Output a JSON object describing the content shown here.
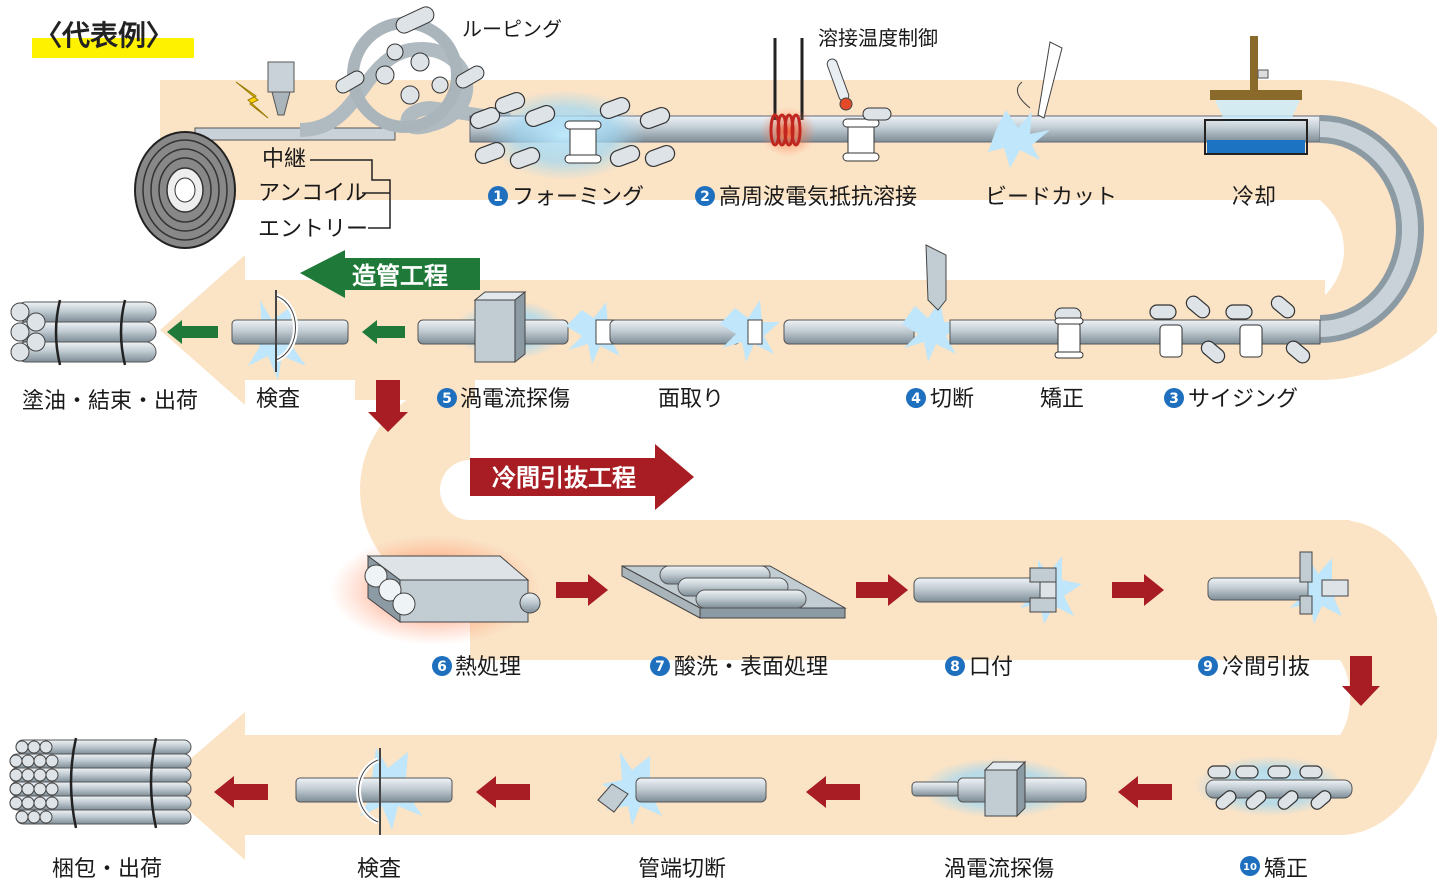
{
  "title": "〈代表例〉",
  "colors": {
    "path_fill": "#fbe3c6",
    "pipe": "#b7c3cc",
    "pipe_dark": "#6d7c86",
    "glow": "#9fd7f3",
    "green_arrow": "#1f7a3a",
    "red_arrow": "#a71d23",
    "number_badge": "#1f6fbf",
    "highlight": "#fff200"
  },
  "banners": {
    "pipe_making": "造管工程",
    "cold_drawing": "冷間引抜工程"
  },
  "labels": {
    "looping": "ルーピング",
    "weld_temp_control": "溶接温度制御",
    "relay": "中継",
    "uncoil": "アンコイル",
    "entry": "エントリー",
    "bead_cut": "ビードカット",
    "cooling": "冷却",
    "straightening_mid": "矯正",
    "chamfer": "面取り",
    "inspection_top": "検査",
    "oil_bundle_ship": "塗油・結束・出荷",
    "pack_ship": "梱包・出荷",
    "inspection_bottom": "検査",
    "tube_end_cut": "管端切断",
    "eddy_bottom": "渦電流探傷"
  },
  "steps": [
    {
      "num": "1",
      "label": "フォーミング"
    },
    {
      "num": "2",
      "label": "高周波電気抵抗溶接"
    },
    {
      "num": "3",
      "label": "サイジング"
    },
    {
      "num": "4",
      "label": "切断"
    },
    {
      "num": "5",
      "label": "渦電流探傷"
    },
    {
      "num": "6",
      "label": "熱処理"
    },
    {
      "num": "7",
      "label": "酸洗・表面処理"
    },
    {
      "num": "8",
      "label": "口付"
    },
    {
      "num": "9",
      "label": "冷間引抜"
    },
    {
      "num": "10",
      "label": "矯正"
    }
  ]
}
